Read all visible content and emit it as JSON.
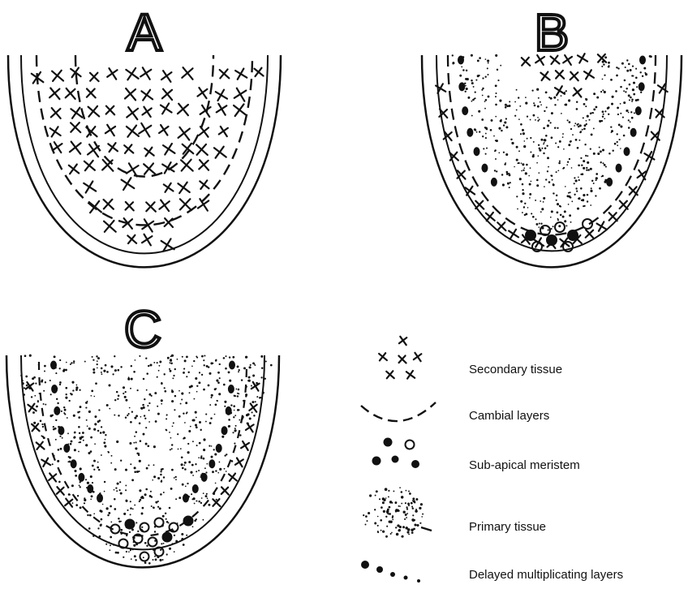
{
  "panels": [
    {
      "label": "A",
      "content": "secondary tissue throughout, concentric cambial layers"
    },
    {
      "label": "B",
      "content": "primary tissue core, sub-apical meristem arc, secondary tissue outer ring and top"
    },
    {
      "label": "C",
      "content": "primary tissue core, sub-apical meristem arc, delayed layers, thin secondary outer ring"
    }
  ],
  "legend": {
    "items": [
      {
        "label": "Secondary tissue",
        "symbol": "cross-marks"
      },
      {
        "label": "Cambial layers",
        "symbol": "dashed-arc"
      },
      {
        "label": "Sub-apical meristem",
        "symbol": "filled-and-open-dots"
      },
      {
        "label": "Primary tissue",
        "symbol": "stipple"
      },
      {
        "label": "Delayed multiplicating layers",
        "symbol": "tapering-dots"
      }
    ]
  },
  "colors": {
    "ink": "#111111",
    "background": "#ffffff"
  }
}
